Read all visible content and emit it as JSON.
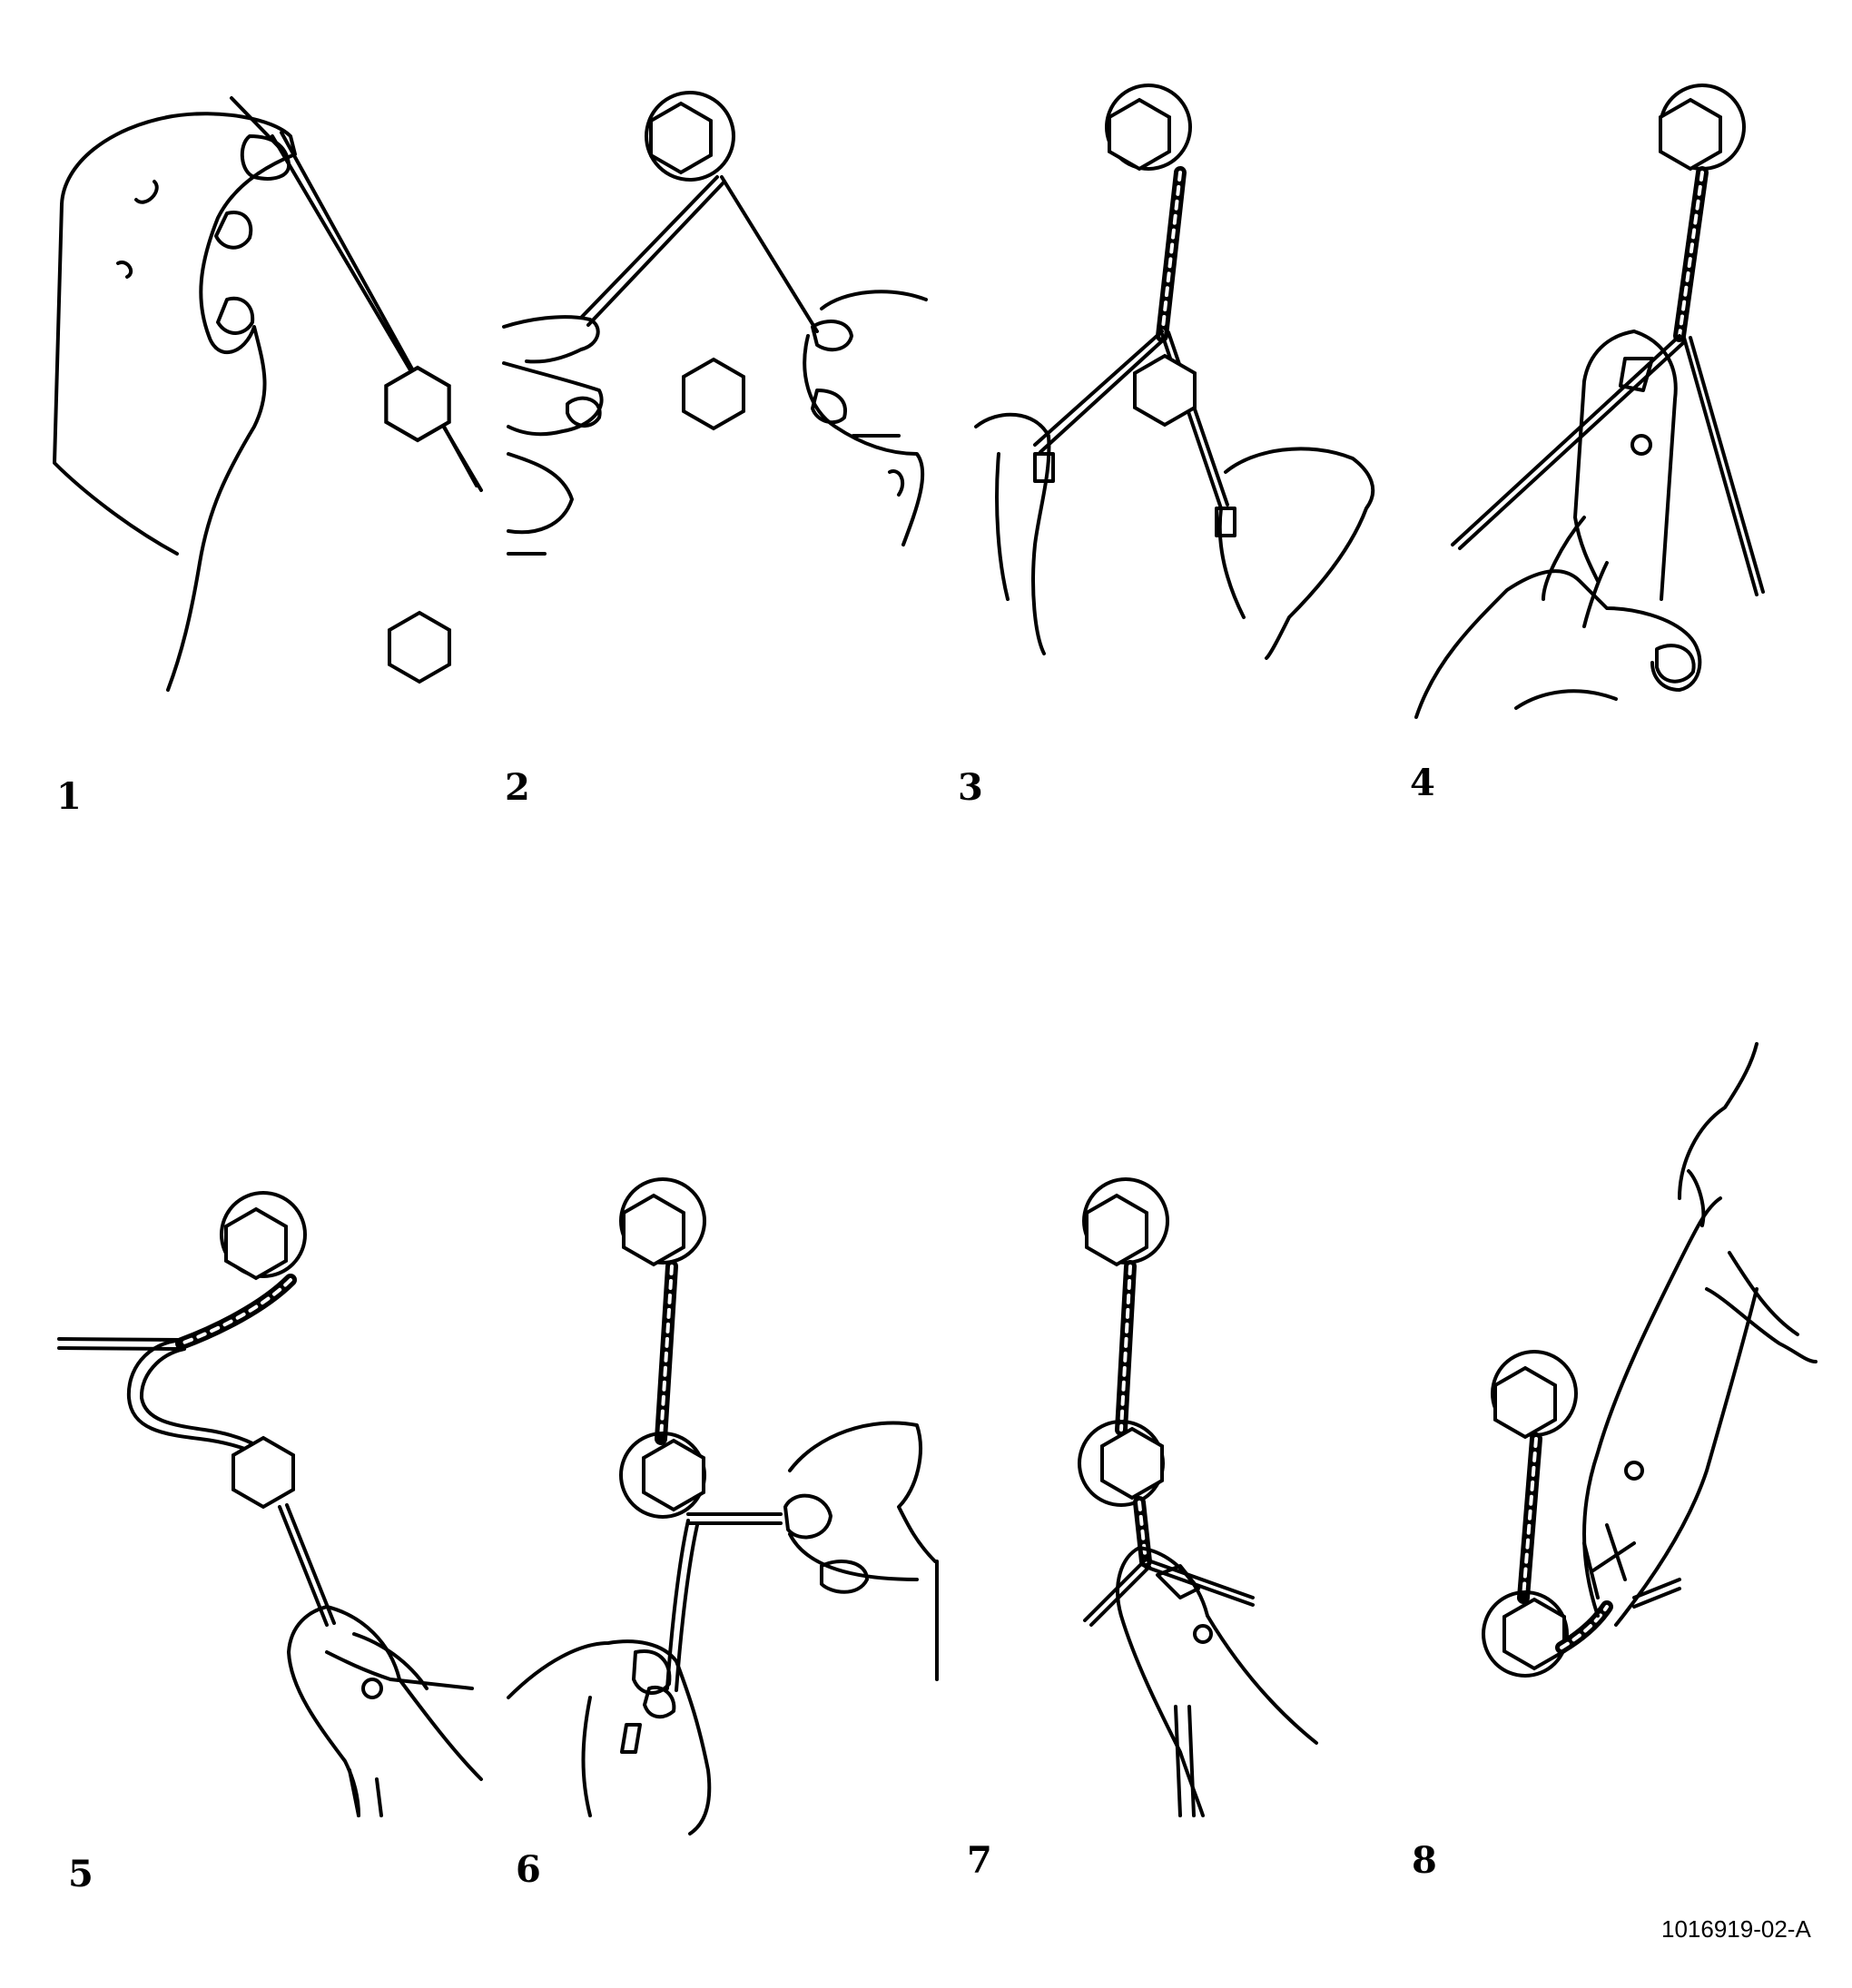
{
  "steps": [
    {
      "number": "1"
    },
    {
      "number": "2"
    },
    {
      "number": "3"
    },
    {
      "number": "4"
    },
    {
      "number": "5"
    },
    {
      "number": "6"
    },
    {
      "number": "7"
    },
    {
      "number": "8"
    }
  ],
  "figure_id": "1016919-02-A"
}
